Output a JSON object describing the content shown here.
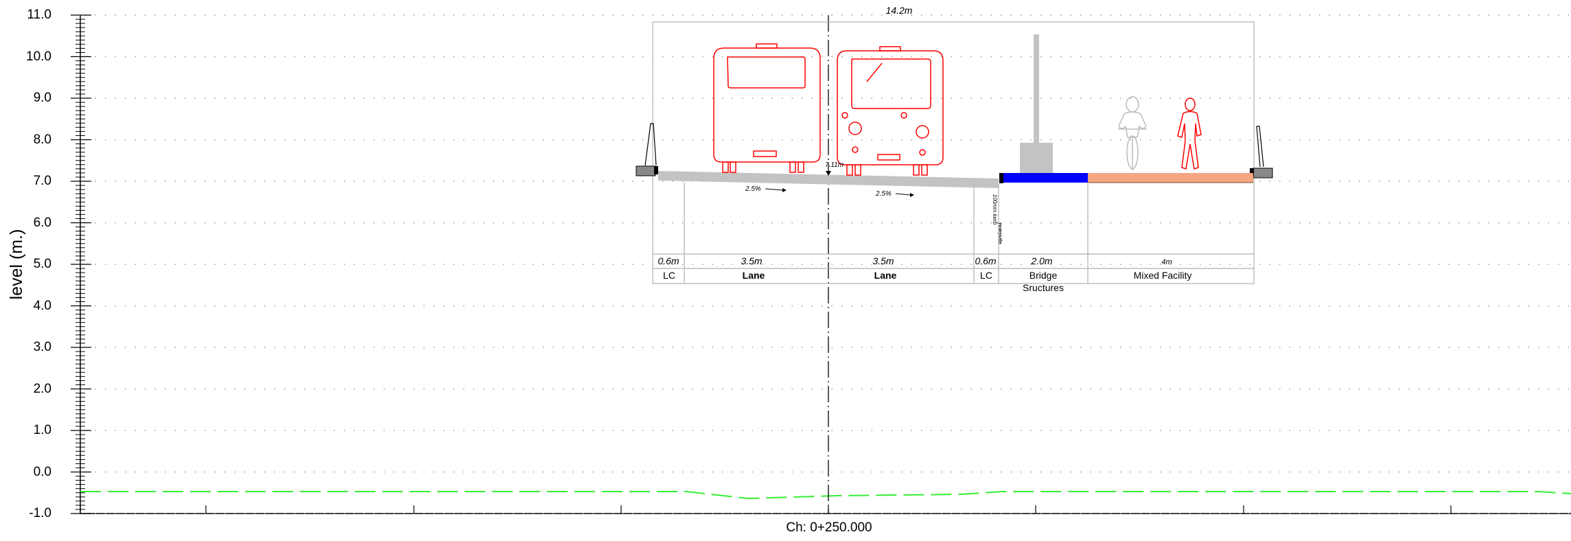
{
  "axis": {
    "ylabel": "level (m.)",
    "ytick_labels": [
      "11.0",
      "10.0",
      "9.0",
      "8.0",
      "7.0",
      "6.0",
      "5.0",
      "4.0",
      "3.0",
      "2.0",
      "1.0",
      "0.0",
      "-1.0"
    ],
    "xlabel": "Ch: 0+250.000"
  },
  "section": {
    "total_width": "14.2m",
    "crossfall_left": "2.5%",
    "crossfall_right": "2.5%",
    "level_mark": "7.11m",
    "kerb_note_1": "100mm kerb",
    "kerb_note_2": "upstand",
    "dimensions": [
      "0.6m",
      "3.5m",
      "3.5m",
      "0.6m",
      "2.0m",
      "4m"
    ],
    "zones": [
      "LC",
      "Lane",
      "Lane",
      "LC",
      "Bridge",
      "Mixed Facility"
    ],
    "zone_sub": "Sructures"
  },
  "colors": {
    "pavement": "#c3c3c3",
    "bridge_structure": "#0000ff",
    "mixed_facility": "#f4a582",
    "vehicle_outline": "#ff0000",
    "ground_line": "#33ee33",
    "cyclist": "#bbbbbb"
  },
  "icons": [
    "bus-rear-icon",
    "bus-front-icon",
    "light-pole-icon",
    "cyclist-icon",
    "pedestrian-icon",
    "barrier-icon"
  ]
}
